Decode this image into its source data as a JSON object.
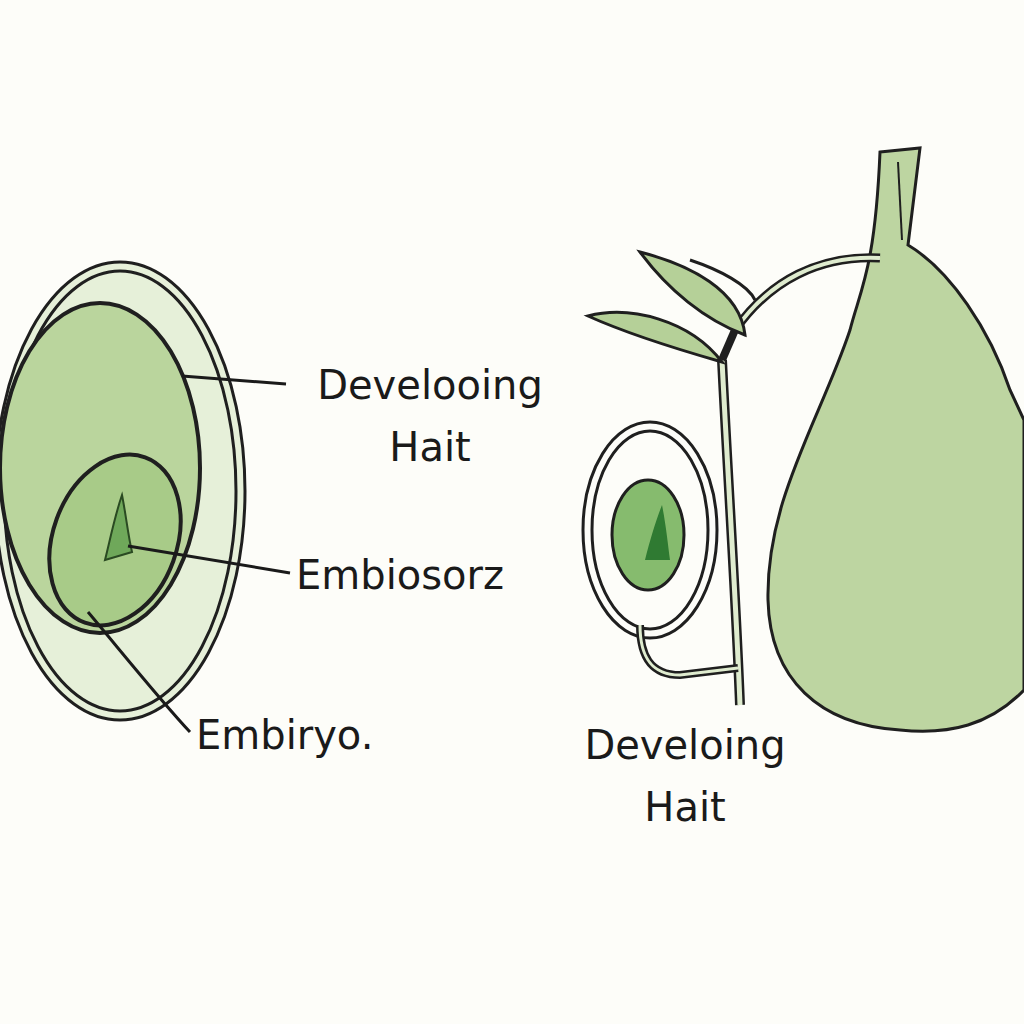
{
  "diagram": {
    "labels": [
      "Develooing Hait",
      "Embiosorz",
      "Embiryo.",
      "Develoing Hait"
    ]
  }
}
